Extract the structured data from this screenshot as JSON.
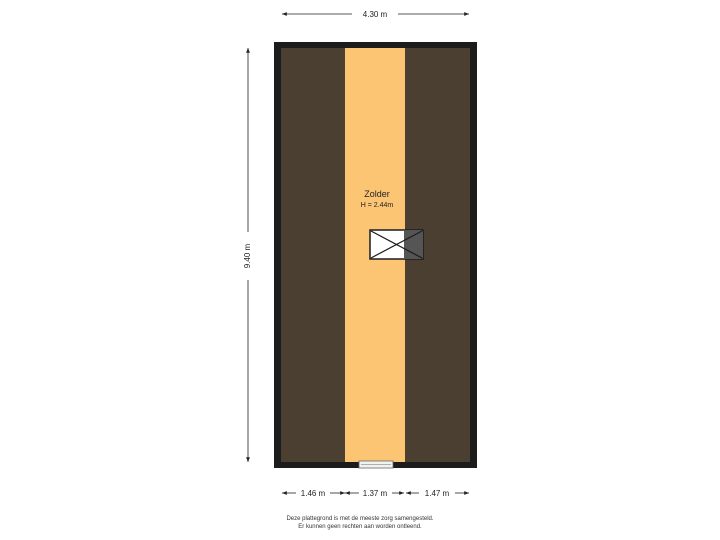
{
  "dimensions": {
    "top_width": "4.30 m",
    "left_height": "9.40 m",
    "bottom_segments": [
      "1.46 m",
      "1.37 m",
      "1.47 m"
    ]
  },
  "room": {
    "name": "Zolder",
    "height": "H = 2.44m"
  },
  "disclaimer": {
    "line1": "Deze plattegrond is met de meeste zorg samengesteld.",
    "line2": "Er kunnen geen rechten aan worden ontleend."
  },
  "colors": {
    "wall": "#1c1c1c",
    "low_ceiling_area": "#4a3f30",
    "floor": "#fcc574",
    "dimension_line": "#222222"
  }
}
